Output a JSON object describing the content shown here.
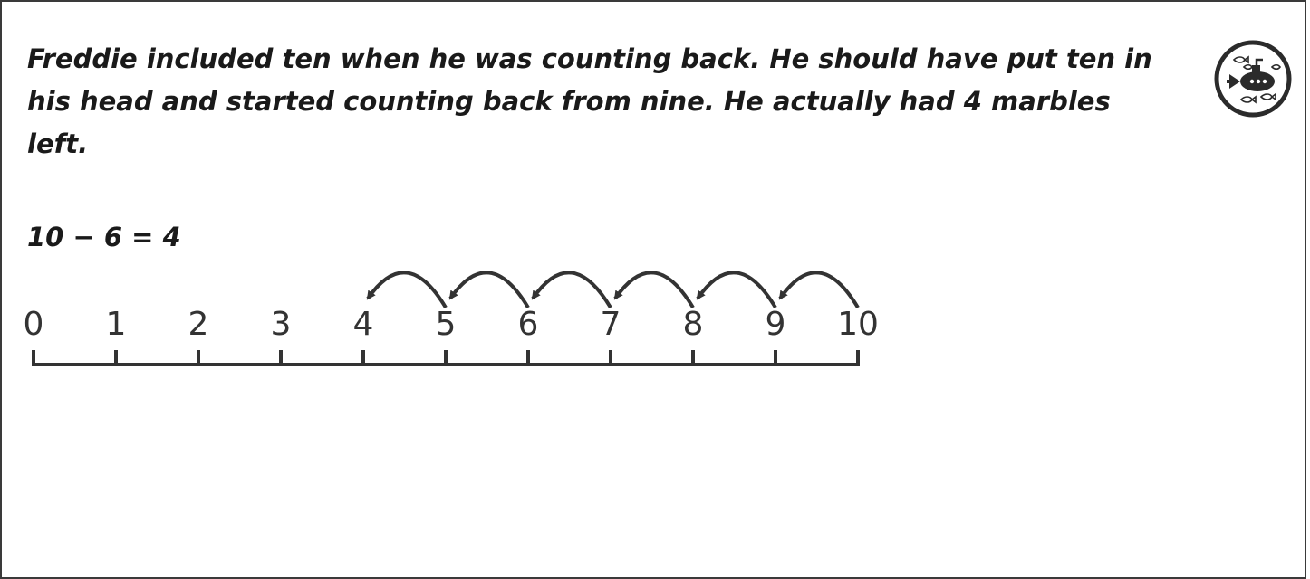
{
  "explanation": "Freddie included ten when he was counting back. He should have put ten in his head and started counting back from nine. He actually had 4 marbles left.",
  "equation": "10 − 6 = 4",
  "badge_icon": "submarine-icon",
  "number_line": {
    "labels": [
      "0",
      "1",
      "2",
      "3",
      "4",
      "5",
      "6",
      "7",
      "8",
      "9",
      "10"
    ],
    "jumps": [
      {
        "from": 10,
        "to": 9
      },
      {
        "from": 9,
        "to": 8
      },
      {
        "from": 8,
        "to": 7
      },
      {
        "from": 7,
        "to": 6
      },
      {
        "from": 6,
        "to": 5
      },
      {
        "from": 5,
        "to": 4
      }
    ]
  },
  "colors": {
    "text": "#1a1a1a",
    "line": "#333333",
    "badge": "#2b2b2b"
  }
}
